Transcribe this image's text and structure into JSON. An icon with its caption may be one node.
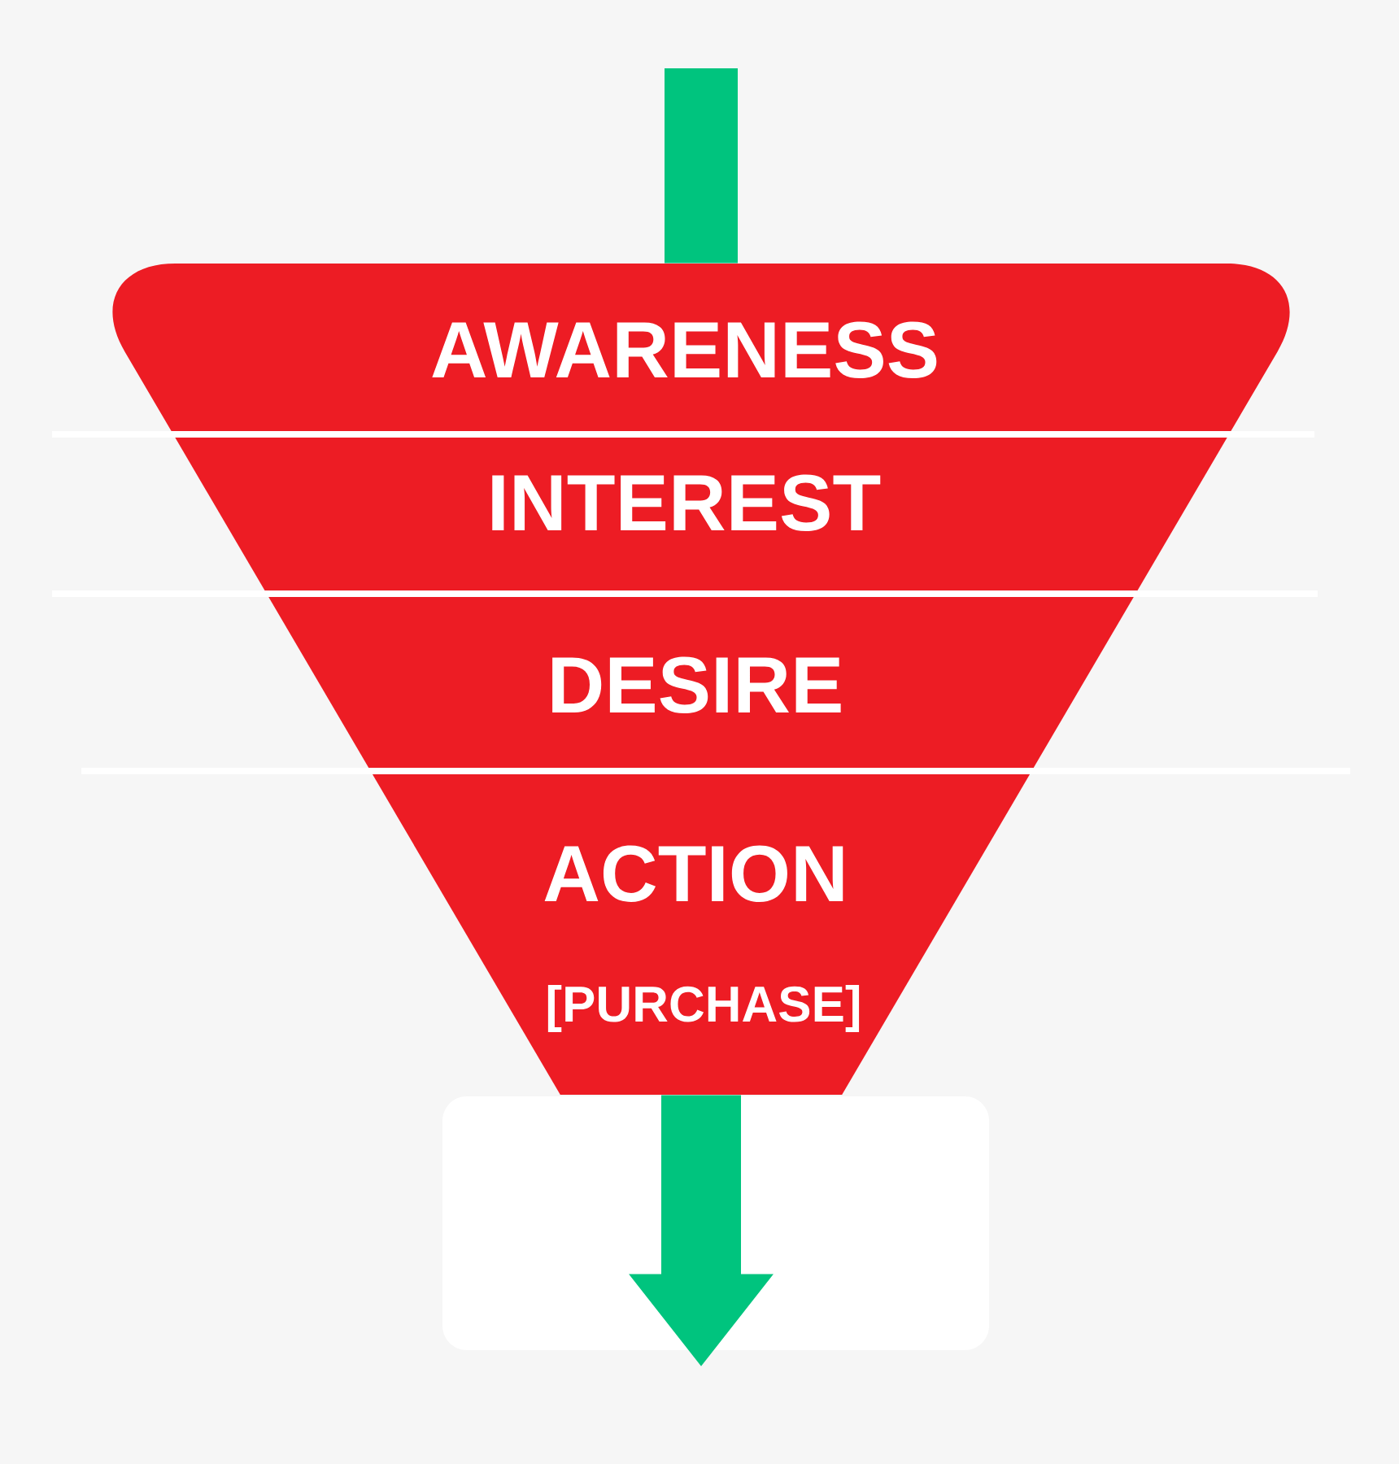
{
  "diagram": {
    "nodes": [
      {
        "text": [
          "AWARENESS"
        ]
      },
      {
        "text": [
          "INTEREST"
        ]
      },
      {
        "text": [
          "DESIRE"
        ]
      },
      {
        "text": [
          "ACTION",
          "[PURCHASE]"
        ]
      },
      {
        "text": [],
        "shape": "box"
      }
    ],
    "edges": [
      {
        "from": null,
        "to": 0,
        "arrow": "none"
      },
      {
        "from": 3,
        "to": 4,
        "arrow": "to"
      }
    ]
  }
}
